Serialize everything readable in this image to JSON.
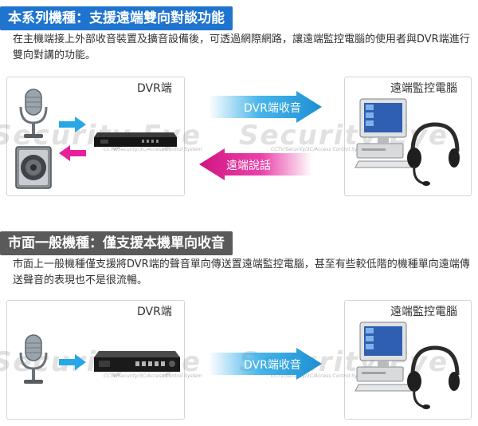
{
  "section1": {
    "title": "本系列機種：支援遠端雙向對談功能",
    "desc": "在主機端接上外部收音裝置及擴音設備後，可透過網際網路，讓遠端監控電腦的使用者與DVR端進行雙向對講的功能。",
    "dvr_label": "DVR端",
    "remote_label": "遠端監控電腦",
    "arrow_right_text": "DVR端收音",
    "arrow_left_text": "遠端說話"
  },
  "section2": {
    "title": "市面一般機種：僅支援本機單向收音",
    "desc": "市面上一般機種僅支援將DVR端的聲音單向傳送置遠端監控電腦，甚至有些較低階的機種單向遠端傳送聲音的表現也不是很流暢。",
    "dvr_label": "DVR端",
    "remote_label": "遠端監控電腦",
    "arrow_right_text": "DVR端收音"
  },
  "watermark": {
    "text": "Security Eye",
    "subtext": "CCTV/Security/3C/Access Control System"
  },
  "colors": {
    "title_blue": "#1f74cf",
    "title_gray": "#5a5a5a",
    "arrow_blue": "#27a8e6",
    "arrow_pink": "#e6219b"
  },
  "icons": [
    "microphone-icon",
    "speaker-icon",
    "dvr-recorder-icon",
    "computer-icon",
    "headset-icon"
  ]
}
